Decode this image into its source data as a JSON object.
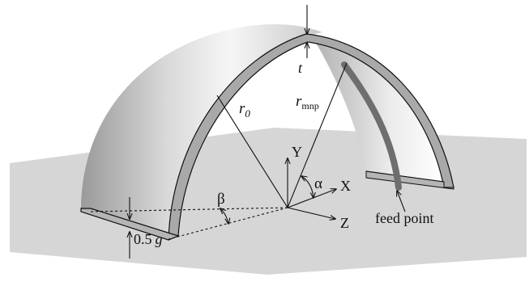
{
  "labels": {
    "t": "t",
    "r0": "r",
    "r0_sub": "0",
    "rmnp": "r",
    "rmnp_sub": "mnp",
    "Y": "Y",
    "X": "X",
    "Z": "Z",
    "alpha": "α",
    "beta": "β",
    "feed": "feed point",
    "g_num": "0.5",
    "g_var": "g"
  },
  "colors": {
    "ground": "#d6d6d6",
    "dome_light": "#f4f4f4",
    "dome_dark": "#8a8a8a",
    "rim": "#a6a6a6",
    "feed": "#6e6e6e",
    "line": "#111111"
  }
}
